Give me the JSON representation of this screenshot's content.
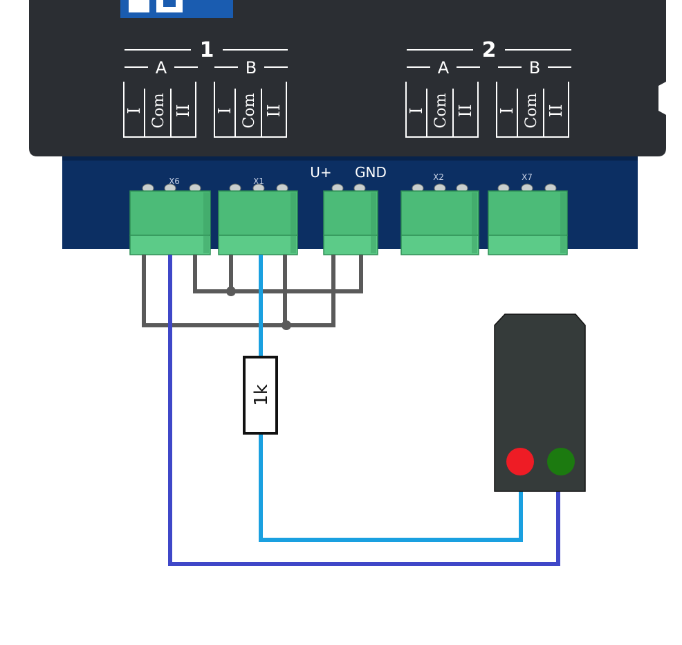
{
  "module": {
    "groups": [
      {
        "number": "1",
        "subgroups": [
          {
            "letter": "A",
            "terminals": [
              "I",
              "Com",
              "II"
            ]
          },
          {
            "letter": "B",
            "terminals": [
              "I",
              "Com",
              "II"
            ]
          }
        ]
      },
      {
        "number": "2",
        "subgroups": [
          {
            "letter": "A",
            "terminals": [
              "I",
              "Com",
              "II"
            ]
          },
          {
            "letter": "B",
            "terminals": [
              "I",
              "Com",
              "II"
            ]
          }
        ]
      }
    ],
    "power_labels": {
      "plus": "U+",
      "gnd": "GND"
    },
    "connector_labels": [
      "X6",
      "X1",
      "X2",
      "X7"
    ]
  },
  "resistor": {
    "label": "1k"
  },
  "signal": {
    "lamps": [
      "red",
      "green"
    ]
  },
  "colors": {
    "housing": "#2b2e33",
    "pcb": "#0c2f63",
    "terminal": "#4cbb78",
    "wire_gray": "#5a5a5a",
    "wire_light_blue": "#1aa0e0",
    "wire_dark_blue": "#3f47c8",
    "signal_body": "#353b3a",
    "lamp_red": "#ee1c25",
    "lamp_green": "#1c7a10"
  }
}
